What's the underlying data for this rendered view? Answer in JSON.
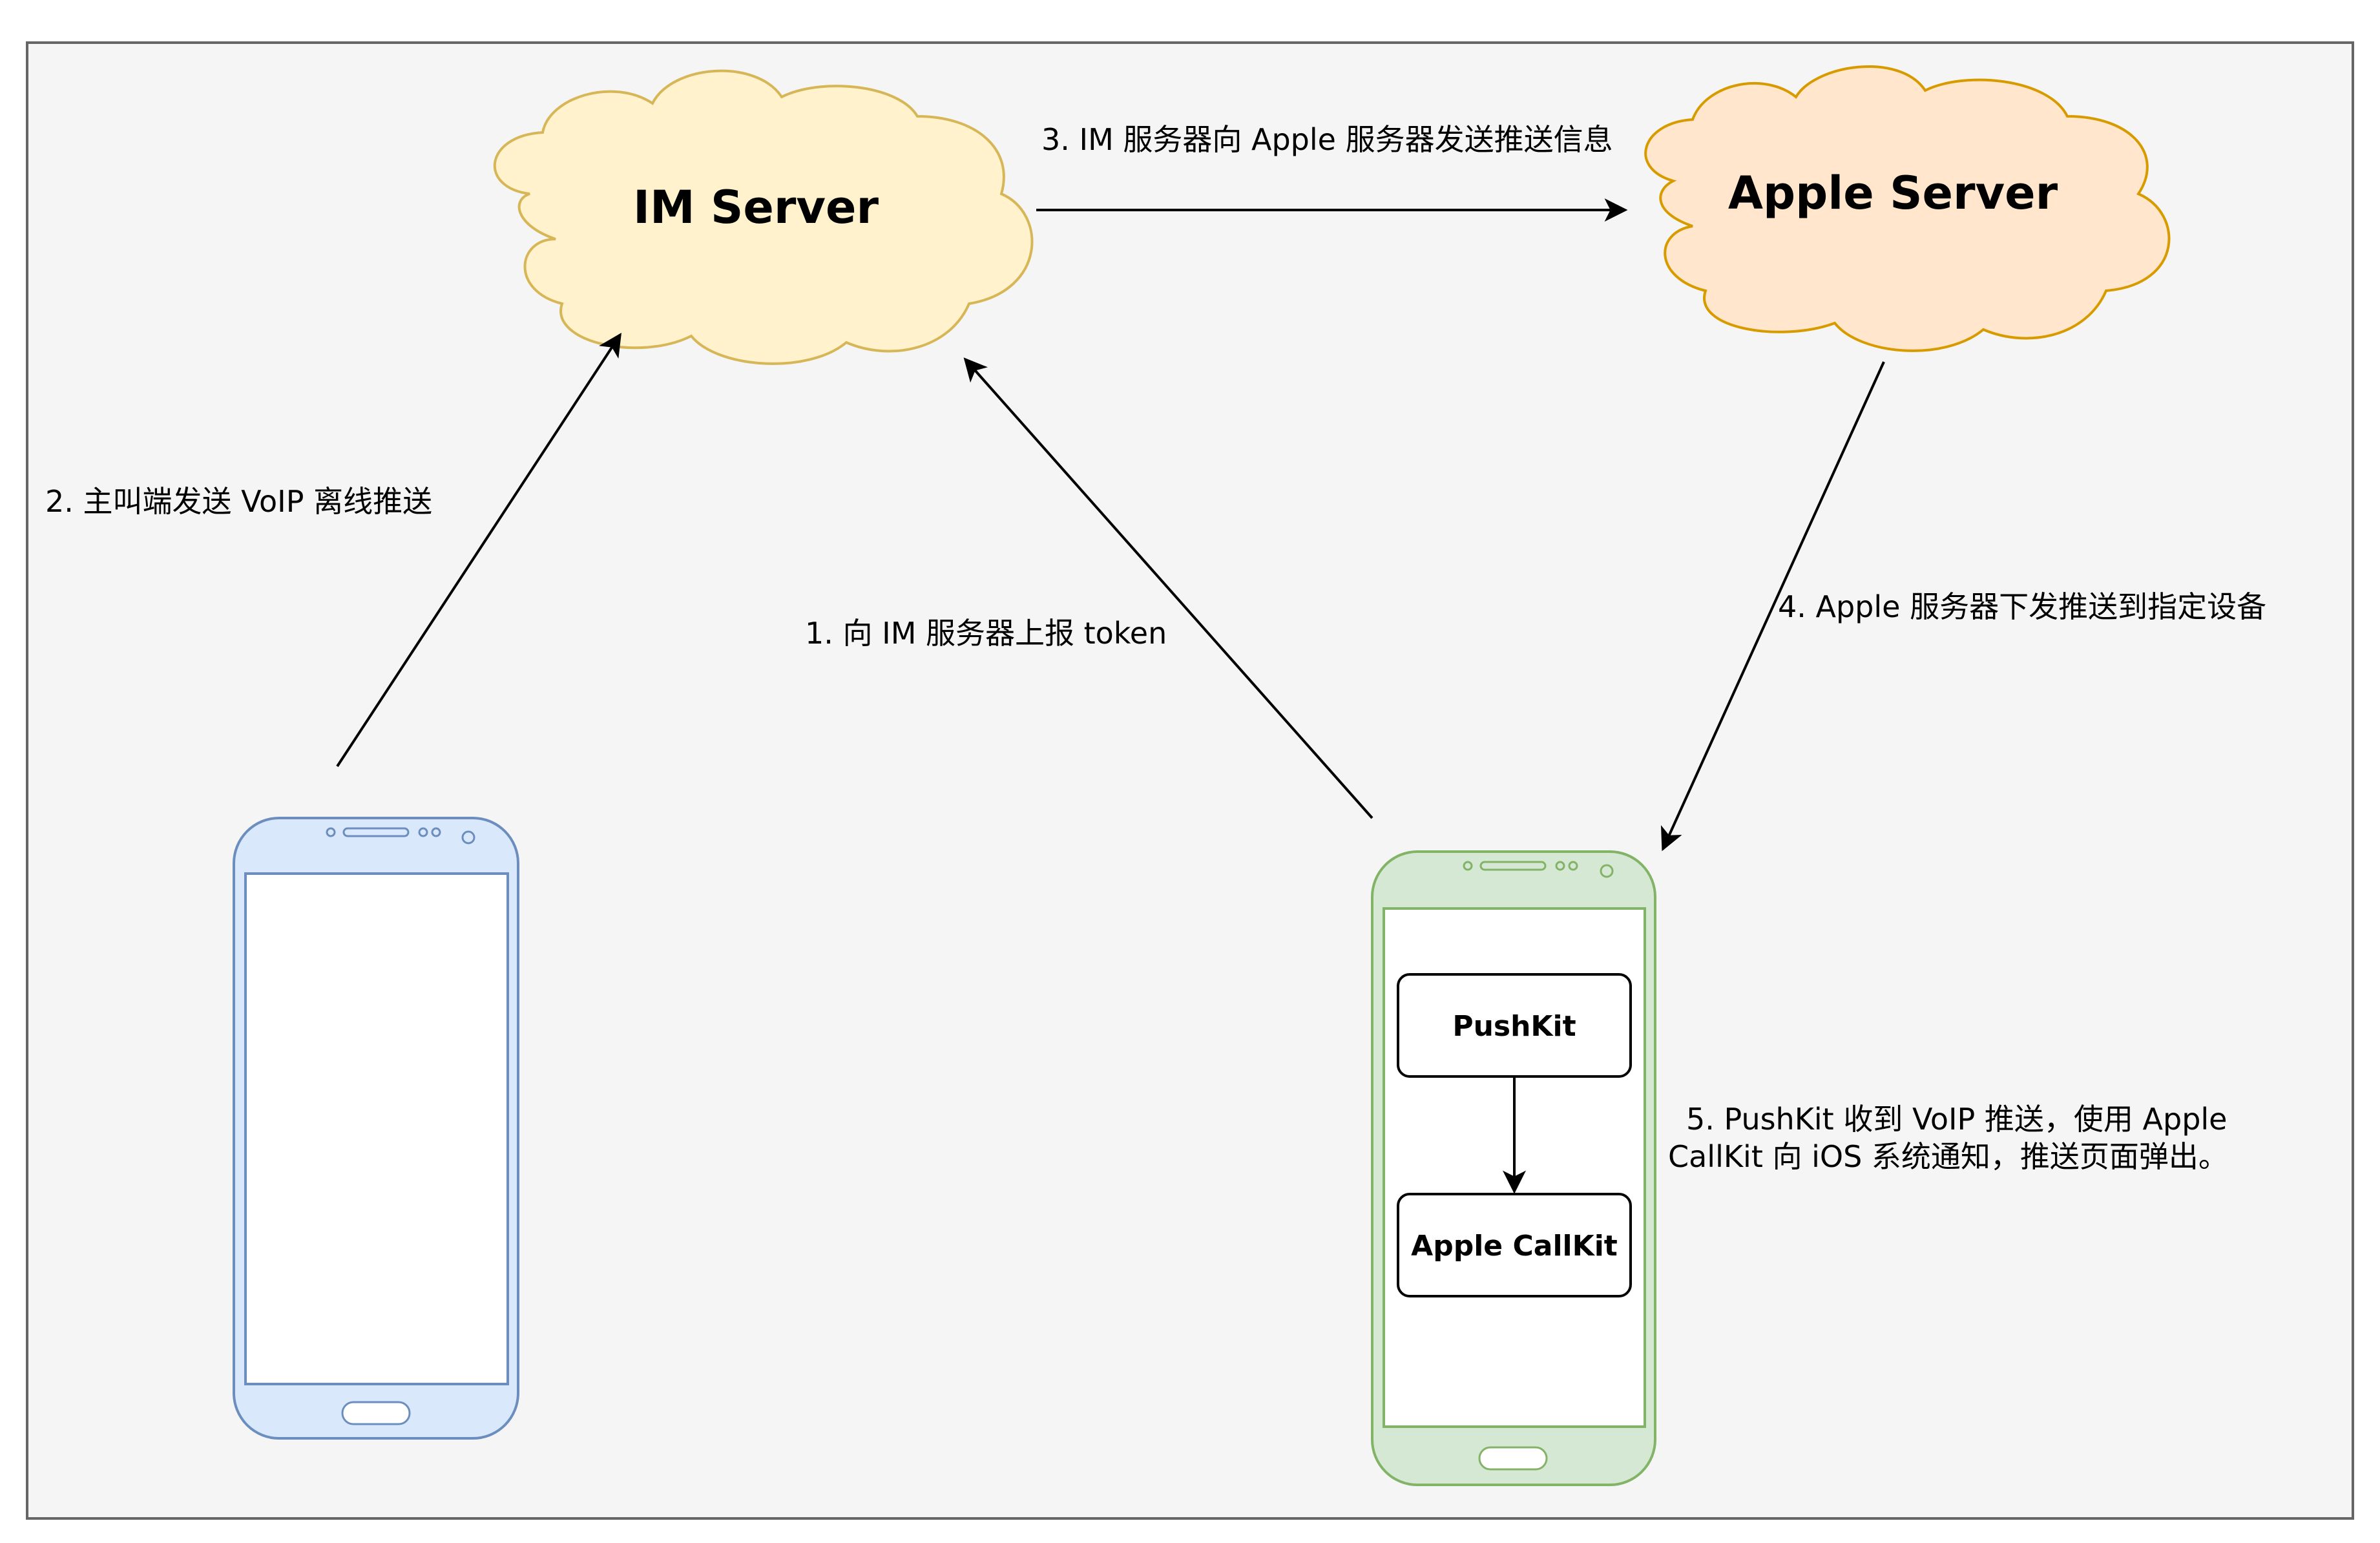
{
  "nodes": {
    "im_server": "IM Server",
    "apple_server": "Apple Server",
    "pushkit": "PushKit",
    "apple_callkit": "Apple CallKit"
  },
  "edges": {
    "step1": "1. 向 IM 服务器上报 token",
    "step2": "2. 主叫端发送 VoIP 离线推送",
    "step3": "3. IM 服务器向 Apple 服务器发送推送信息",
    "step4": "4.  Apple 服务器下发推送到指定设备",
    "step5_line1": "5. PushKit 收到 VoIP 推送，使用 Apple",
    "step5_line2": "CallKit 向 iOS 系统通知，推送页面弹出。"
  },
  "colors": {
    "canvas_bg": "#f5f5f5",
    "canvas_border": "#666666",
    "im_cloud_fill": "#fff2cc",
    "im_cloud_stroke": "#d6b656",
    "apple_cloud_fill": "#ffe6cc",
    "apple_cloud_stroke": "#d79b00",
    "caller_phone_fill": "#dae8fc",
    "caller_phone_stroke": "#6c8ebf",
    "callee_phone_fill": "#d5e8d4",
    "callee_phone_stroke": "#82b366"
  }
}
